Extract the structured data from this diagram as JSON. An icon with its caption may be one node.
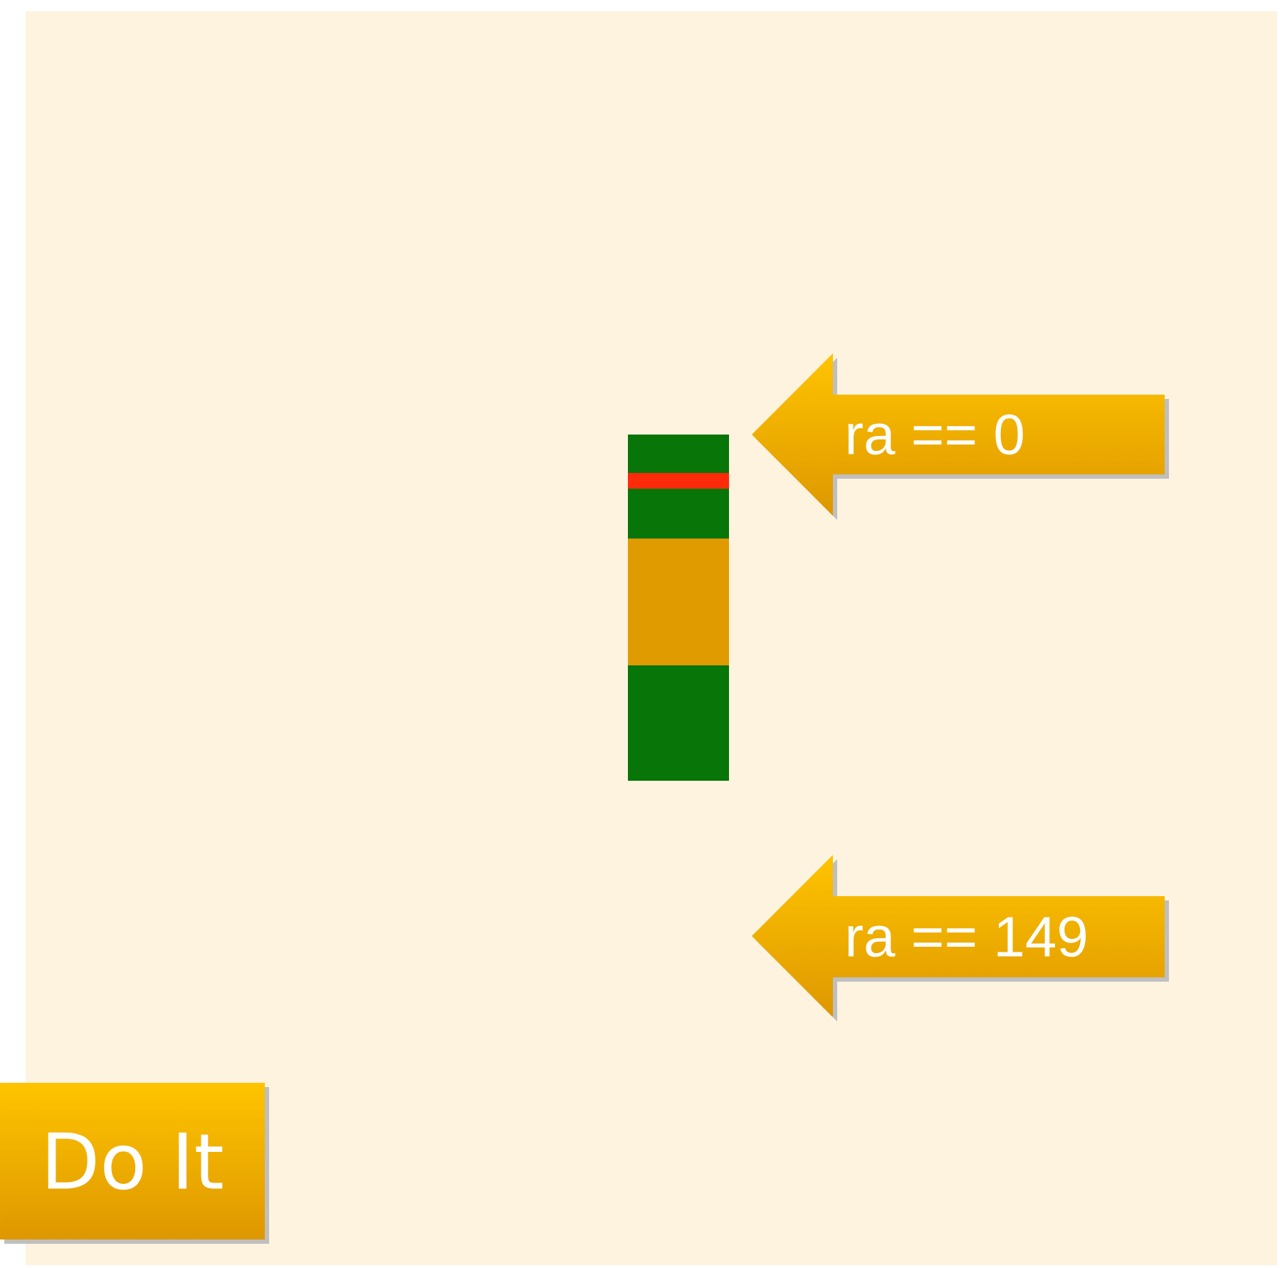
{
  "diagram": {
    "nodes": [
      {
        "text": [
          "ra == 0"
        ]
      },
      {
        "text": [
          "ra == 149"
        ]
      },
      {
        "text": [
          "Do It"
        ]
      }
    ]
  }
}
